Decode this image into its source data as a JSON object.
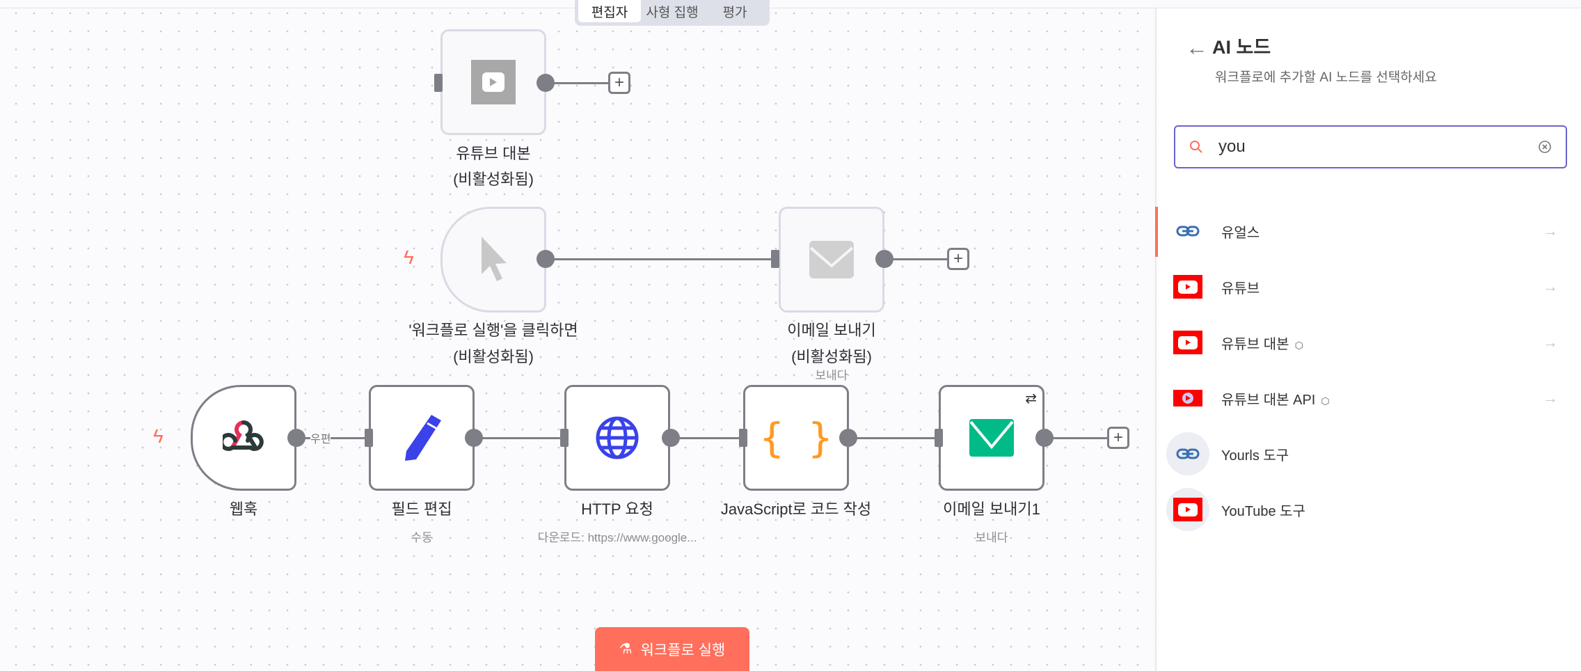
{
  "tabs": [
    {
      "label": "편집자",
      "active": true
    },
    {
      "label": "사형 집행"
    },
    {
      "label": "평가"
    }
  ],
  "nodes": {
    "yt_transcript": {
      "title": "유튜브 대본",
      "status": "(비활성화됨)"
    },
    "manual_trigger": {
      "title": "'워크플로 실행'을 클릭하면",
      "status": "(비활성화됨)"
    },
    "send_email": {
      "title": "이메일 보내기",
      "status": "(비활성화됨)",
      "subtitle": "보내다"
    },
    "webhook": {
      "title": "웹훅"
    },
    "edit_fields": {
      "title": "필드 편집",
      "subtitle": "수동"
    },
    "http": {
      "title": "HTTP 요청",
      "subtitle": "다운로드: https://www.google..."
    },
    "code": {
      "title": "JavaScript로 코드 작성",
      "code_glyph": "{ }"
    },
    "send_email1": {
      "title": "이메일 보내기1",
      "subtitle": "보내다"
    }
  },
  "edge_label": "우편",
  "run_button": "워크플로 실행",
  "panel": {
    "title": "AI 노드",
    "subtitle": "워크플로에 추가할 AI 노드를 선택하세요",
    "search_value": "you",
    "items": [
      {
        "label": "유얼스",
        "icon": "yourls-link-icon"
      },
      {
        "label": "유튜브",
        "icon": "youtube-icon"
      },
      {
        "label": "유튜브 대본",
        "icon": "youtube-icon",
        "community": true
      },
      {
        "label": "유튜브 대본 API",
        "icon": "youtube-api-icon",
        "community": true
      },
      {
        "label": "Yourls 도구",
        "icon": "yourls-link-icon"
      },
      {
        "label": "YouTube 도구",
        "icon": "youtube-icon"
      }
    ]
  },
  "colors": {
    "accent": "#ff6f5c",
    "search_border": "#6b63cc",
    "email_green": "#00bb88",
    "http_blue": "#3a42e9",
    "code_orange": "#ff9922"
  }
}
